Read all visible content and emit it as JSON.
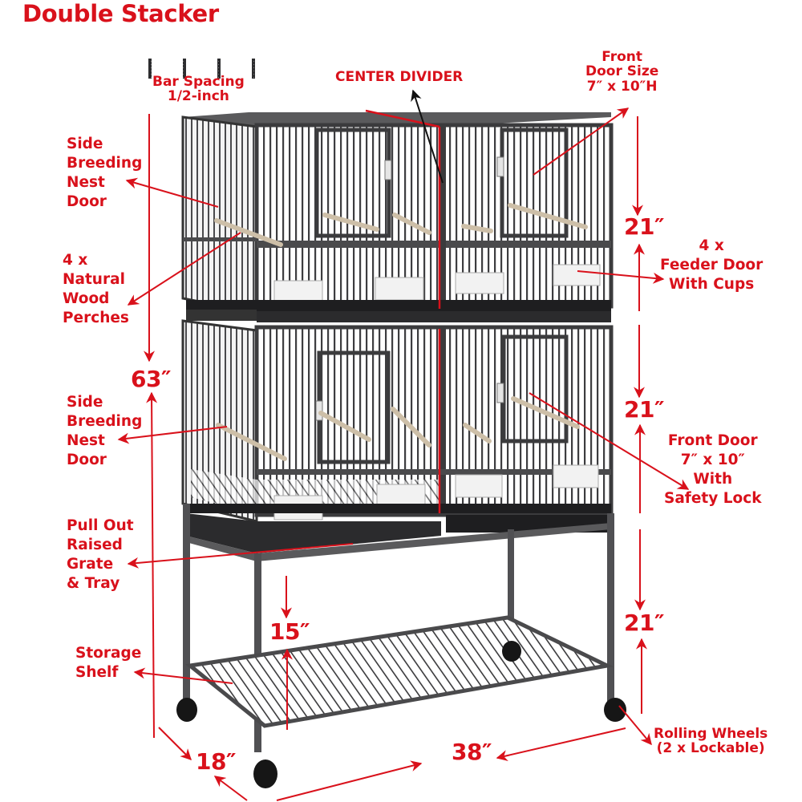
{
  "title": "Double Stacker",
  "colors": {
    "accent": "#d9111b",
    "frame": "#4a4a4c",
    "frame_dark": "#2b2b2d",
    "tray": "#1e1e20",
    "perch": "#cdbfa8",
    "cup": "#f2f2f2",
    "wheel": "#161616"
  },
  "callouts": {
    "bar_spacing": {
      "line1": "Bar Spacing",
      "line2": "1/2-inch"
    },
    "center_divider": {
      "line1": "CENTER DIVIDER"
    },
    "front_door_size": {
      "line1": "Front",
      "line2": "Door Size",
      "line3": "7″ x 10″H"
    },
    "side_nest_door_top": {
      "line1": "Side",
      "line2": "Breeding",
      "line3": "Nest",
      "line4": "Door"
    },
    "perches": {
      "line1": "4 x",
      "line2": "Natural",
      "line3": "Wood",
      "line4": "Perches"
    },
    "feeder_doors": {
      "line1": "4 x",
      "line2": "Feeder Door",
      "line3": "With Cups"
    },
    "side_nest_door_bottom": {
      "line1": "Side",
      "line2": "Breeding",
      "line3": "Nest",
      "line4": "Door"
    },
    "front_door": {
      "line1": "Front Door",
      "line2": "7″ x 10″",
      "line3": "With",
      "line4": "Safety Lock"
    },
    "tray": {
      "line1": "Pull Out",
      "line2": "Raised",
      "line3": "Grate",
      "line4": "& Tray"
    },
    "storage_shelf": {
      "line1": "Storage",
      "line2": "Shelf"
    },
    "wheels": {
      "line1": "Rolling Wheels",
      "line2": "(2 x Lockable)"
    }
  },
  "dimensions": {
    "total_height": "63″",
    "upper_section": "21″",
    "lower_section": "21″",
    "stand_height": "21″",
    "shelf_clearance": "15″",
    "depth": "18″",
    "width": "38″"
  }
}
